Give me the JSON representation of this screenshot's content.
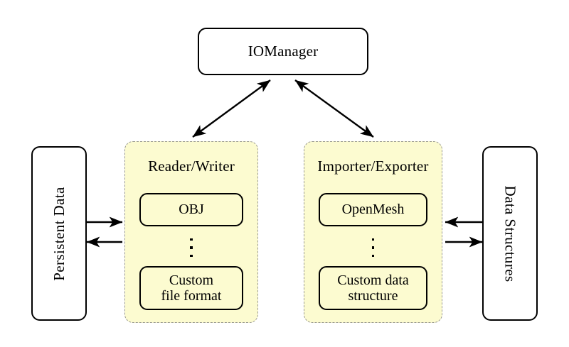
{
  "diagram": {
    "title_node": {
      "label": "IOManager"
    },
    "left_node": {
      "label": "Persistent Data",
      "orientation": "rotated-ccw"
    },
    "right_node": {
      "label": "Data Structures",
      "orientation": "rotated-cw"
    },
    "groups": [
      {
        "title": "Reader/Writer",
        "items": [
          {
            "label": "OBJ"
          },
          {
            "label": "Custom\nfile format",
            "line1": "Custom",
            "line2": "file format"
          }
        ],
        "ellipsis": "⋮"
      },
      {
        "title": "Importer/Exporter",
        "items": [
          {
            "label": "OpenMesh"
          },
          {
            "label": "Custom data\nstructure",
            "line1": "Custom data",
            "line2": "structure"
          }
        ],
        "ellipsis": "⋮"
      }
    ],
    "connections": [
      {
        "name": "manager-to-readerwriter",
        "type": "double-arrow",
        "from": "IOManager",
        "to": "Reader/Writer"
      },
      {
        "name": "manager-to-importerexporter",
        "type": "double-arrow",
        "from": "IOManager",
        "to": "Importer/Exporter"
      },
      {
        "name": "persistent-to-readerwriter",
        "type": "arrow-right",
        "from": "Persistent Data",
        "to": "Reader/Writer"
      },
      {
        "name": "readerwriter-to-persistent",
        "type": "arrow-left",
        "from": "Reader/Writer",
        "to": "Persistent Data"
      },
      {
        "name": "datastructures-to-importerexporter",
        "type": "arrow-left",
        "from": "Data Structures",
        "to": "Importer/Exporter"
      },
      {
        "name": "importerexporter-to-datastructures",
        "type": "arrow-right",
        "from": "Importer/Exporter",
        "to": "Data Structures"
      }
    ]
  },
  "colors": {
    "group_fill": "#fcfbd0",
    "group_border": "#9a9a92",
    "node_border": "#000000",
    "arrow": "#000000",
    "background": "#ffffff"
  }
}
